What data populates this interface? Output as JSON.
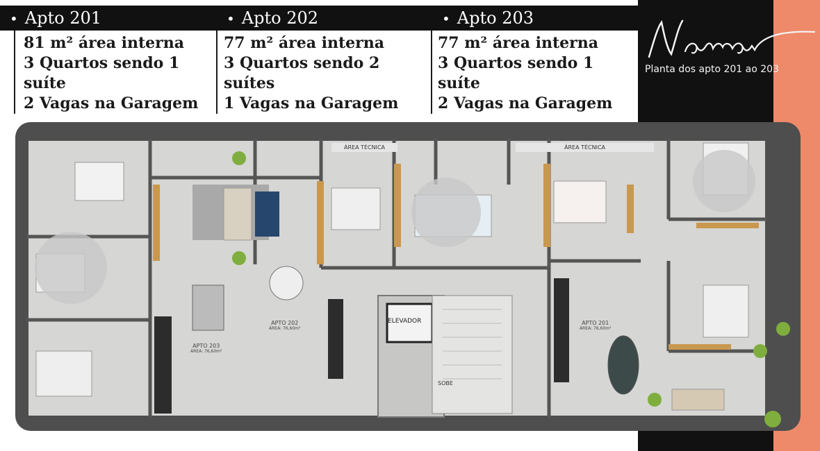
{
  "apartments": [
    {
      "title": "Apto 201",
      "lines": [
        "81  m² área interna",
        "3 Quartos sendo 1 suíte",
        "2 Vagas na Garagem"
      ]
    },
    {
      "title": "Apto 202",
      "lines": [
        "77 m² área interna",
        "3 Quartos sendo 2 suítes",
        "1 Vagas na Garagem"
      ]
    },
    {
      "title": "Apto 203",
      "lines": [
        "77 m² área interna",
        "3 Quartos sendo 1 suíte",
        "2 Vagas na Garagem"
      ]
    }
  ],
  "brand": {
    "logo_text": "Namai",
    "subtitle": "Planta dos apto 201 ao 203"
  },
  "plan": {
    "area_tecnica_left": "ÁREA TÉCNICA",
    "area_tecnica_right": "ÁREA TÉCNICA",
    "elevador": "ELEVADOR",
    "sobe": "SOBE",
    "apto203_label": "APTO 203",
    "apto203_area": "ÁREA: 76,60m²",
    "apto202_label": "APTO 202",
    "apto202_area": "ÁREA: 76,60m²",
    "apto201_label": "APTO 201",
    "apto201_area": "ÁREA: 76,60m²"
  },
  "colors": {
    "dark": "#111111",
    "accent": "#ee8a6a",
    "floor": "#d6d6d4",
    "wall": "#4e4e4e",
    "wood": "#c9984f"
  }
}
